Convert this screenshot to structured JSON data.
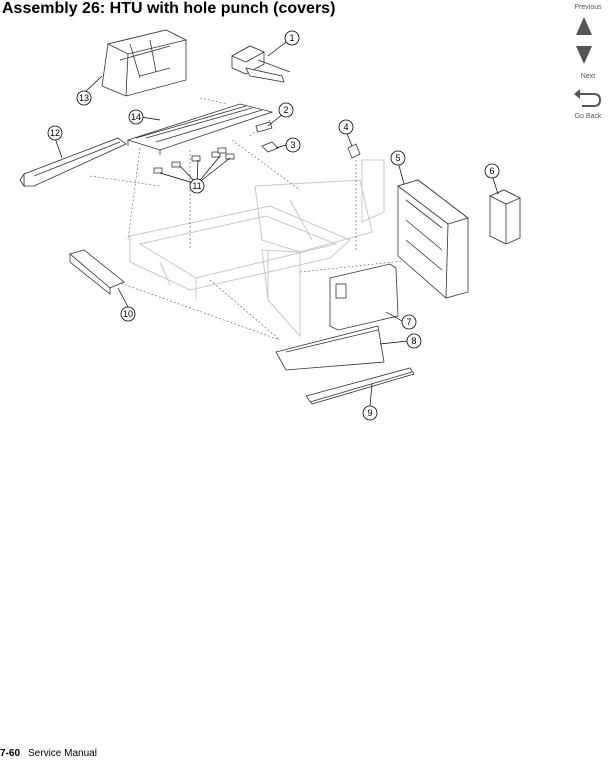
{
  "title": "Assembly 26:  HTU with hole punch (covers)",
  "nav": {
    "previous_label": "Previous",
    "next_label": "Next",
    "back_label": "Go Back"
  },
  "callouts": [
    "1",
    "2",
    "3",
    "4",
    "5",
    "6",
    "7",
    "8",
    "9",
    "10",
    "11",
    "12",
    "13",
    "14"
  ],
  "footer": {
    "page_number": "7-60",
    "manual_label": "Service Manual"
  },
  "colors": {
    "nav_arrow": "#555555",
    "part_line": "#333333",
    "ghost_line": "#c8c8c8"
  }
}
